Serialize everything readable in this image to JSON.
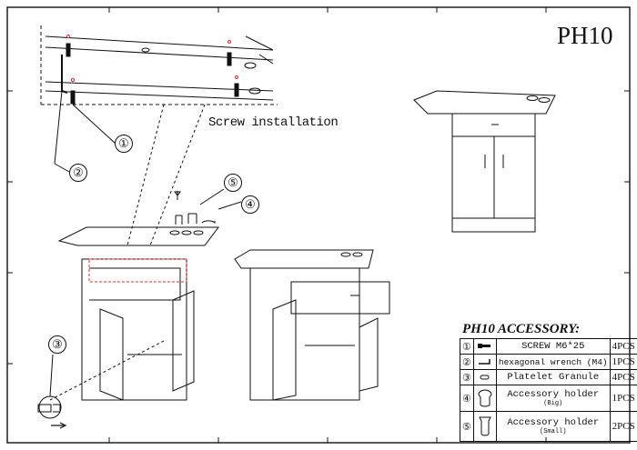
{
  "title": "PH10",
  "screw_installation_label": "Screw installation",
  "callouts": [
    "①",
    "②",
    "③",
    "④",
    "⑤"
  ],
  "accessory": {
    "heading": "PH10 ACCESSORY:",
    "rows": [
      {
        "num": "①",
        "icon": "screw-icon",
        "name": "SCREW M6*25",
        "sub": "",
        "qty": "4PCS"
      },
      {
        "num": "②",
        "icon": "hex-wrench-icon",
        "name": "hexagonal wrench (M4)",
        "sub": "",
        "qty": "1PCS"
      },
      {
        "num": "③",
        "icon": "platelet-granule-icon",
        "name": "Platelet Granule",
        "sub": "",
        "qty": "4PCS"
      },
      {
        "num": "④",
        "icon": "accessory-holder-big-icon",
        "name": "Accessory holder",
        "sub": "(Big)",
        "qty": "1PCS"
      },
      {
        "num": "⑤",
        "icon": "accessory-holder-small-icon",
        "name": "Accessory holder",
        "sub": "(Small)",
        "qty": "2PCS"
      }
    ]
  }
}
